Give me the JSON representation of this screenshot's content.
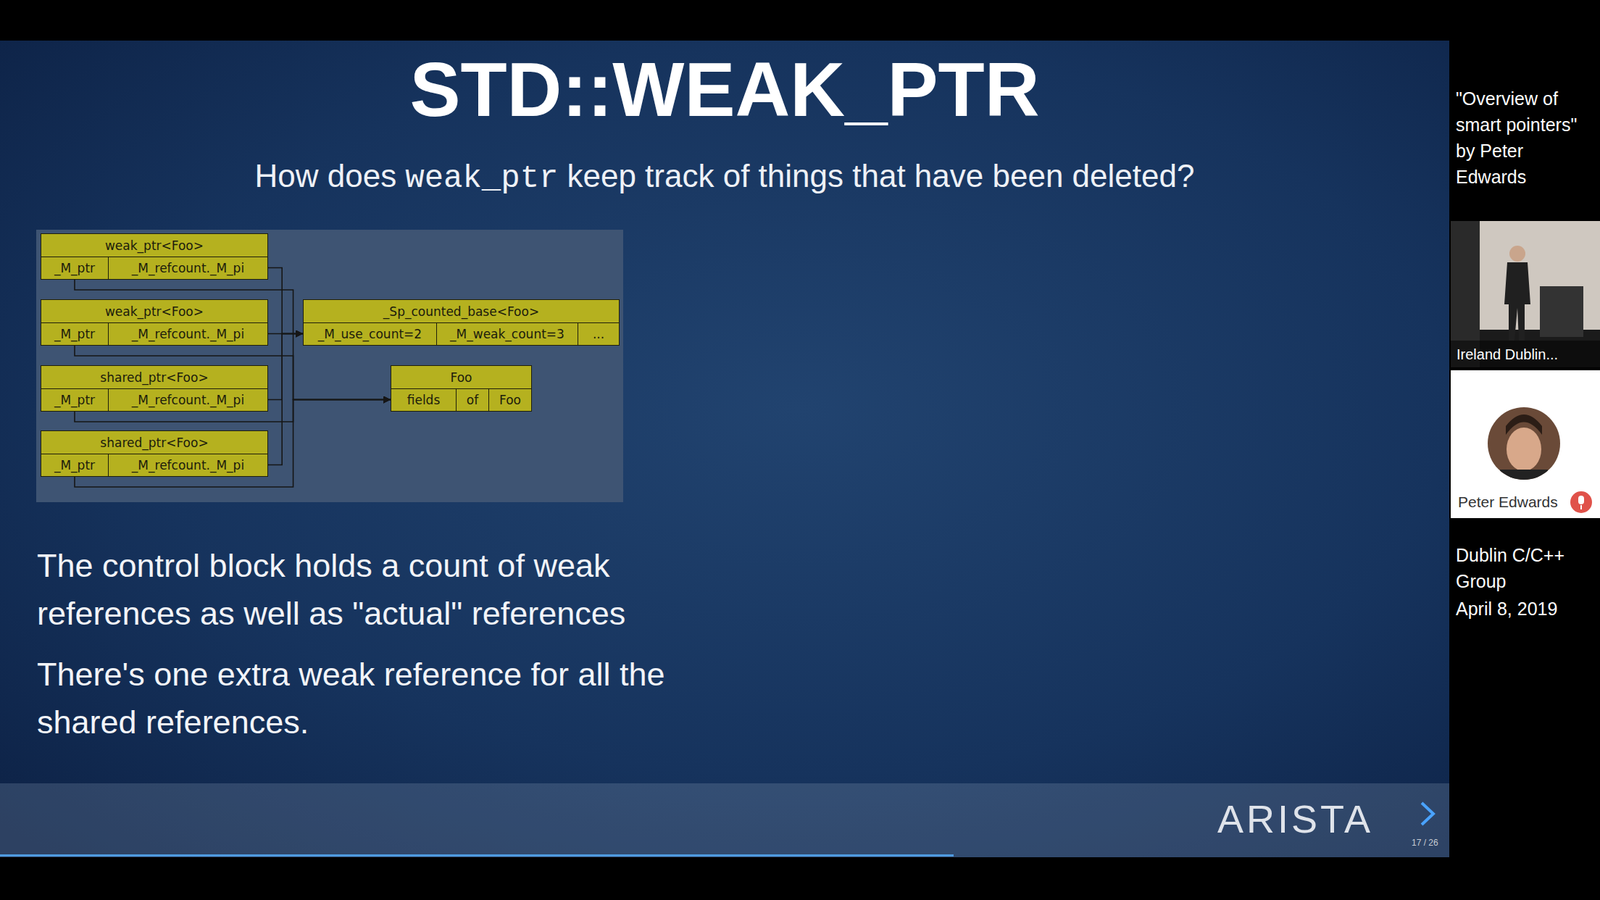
{
  "diagram": {
    "title": "STD::WEAK_PTR",
    "nodes": [
      {
        "text": [
          "weak_ptr<Foo>"
        ]
      },
      {
        "text": [
          "_M_ptr"
        ],
        "in": 0
      },
      {
        "text": [
          "_M_refcount._M_pi"
        ],
        "in": 0
      },
      {
        "text": [
          "weak_ptr<Foo>"
        ]
      },
      {
        "text": [
          "_M_ptr"
        ],
        "in": 3
      },
      {
        "text": [
          "_M_refcount._M_pi"
        ],
        "in": 3
      },
      {
        "text": [
          "_Sp_counted_base<Foo>"
        ]
      },
      {
        "text": [
          "_M_use_count=2"
        ],
        "in": 6
      },
      {
        "text": [
          "_M_weak_count=3"
        ],
        "in": 6
      },
      {
        "text": [
          "..."
        ],
        "in": 6
      },
      {
        "text": [
          "shared_ptr<Foo>"
        ]
      },
      {
        "text": [
          "_M_ptr"
        ],
        "in": 10
      },
      {
        "text": [
          "_M_refcount._M_pi"
        ],
        "in": 10
      },
      {
        "text": [
          "Foo"
        ]
      },
      {
        "text": [
          "fields"
        ],
        "in": 13
      },
      {
        "text": [
          "of"
        ],
        "in": 13
      },
      {
        "text": [
          "Foo"
        ],
        "in": 13
      },
      {
        "text": [
          "shared_ptr<Foo>"
        ]
      },
      {
        "text": [
          "_M_ptr"
        ],
        "in": 17
      },
      {
        "text": [
          "_M_refcount._M_pi"
        ],
        "in": 17
      }
    ],
    "edges": [
      {
        "from": 2,
        "to": 6,
        "arrow": "to"
      },
      {
        "from": 1,
        "to": 13,
        "arrow": "to"
      },
      {
        "from": 5,
        "to": 6,
        "arrow": "to"
      },
      {
        "from": 4,
        "to": 13,
        "arrow": "to"
      },
      {
        "from": 11,
        "to": 13,
        "arrow": "to"
      },
      {
        "from": 12,
        "to": 6,
        "arrow": "to"
      },
      {
        "from": 18,
        "to": 13,
        "arrow": "to"
      },
      {
        "from": 19,
        "to": 6,
        "arrow": "to"
      }
    ],
    "labels": [
      "How does",
      "weak_ptr",
      "keep track of things that have been deleted?",
      "The control block holds a count of weak references as well as \"actual\" references",
      "There's one extra weak reference for all the shared references.",
      "ARISTA",
      "17 / 26",
      "\"Overview of smart pointers\" by Peter Edwards",
      "Ireland Dublin...",
      "Peter Edwards",
      "Dublin C/C++ Group",
      "April 8, 2019"
    ]
  }
}
